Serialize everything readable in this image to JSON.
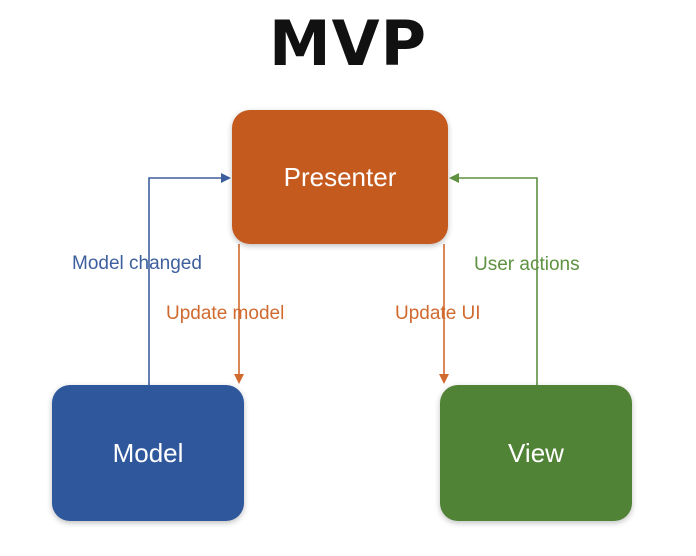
{
  "title": "MVP",
  "nodes": {
    "presenter": {
      "label": "Presenter",
      "color": "#C55A1E"
    },
    "model": {
      "label": "Model",
      "color": "#2F579B"
    },
    "view": {
      "label": "View",
      "color": "#518336"
    }
  },
  "edges": {
    "model_changed": {
      "label": "Model changed",
      "color": "#3D5F9E"
    },
    "update_model": {
      "label": "Update model",
      "color": "#D06A2E"
    },
    "update_ui": {
      "label": "Update UI",
      "color": "#D06A2E"
    },
    "user_actions": {
      "label": "User actions",
      "color": "#5E9140"
    }
  }
}
